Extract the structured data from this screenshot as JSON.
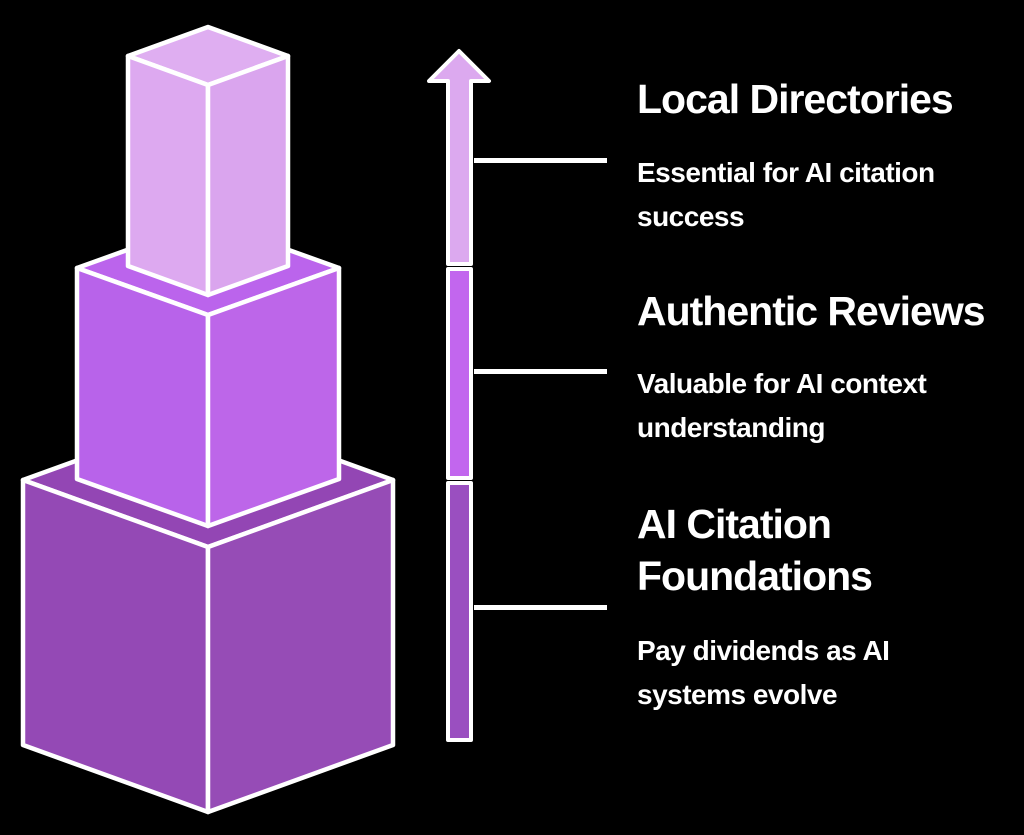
{
  "background_color": "#000000",
  "text_color": "#FFFFFF",
  "outline_color": "#FFFFFF",
  "tick_color": "#FFFFFF",
  "pyramid": {
    "levels": [
      {
        "id": "top-block",
        "fill_top": "#DFAEF1",
        "fill_left": "#DDA9F0",
        "fill_right": "#DAA5EE"
      },
      {
        "id": "middle-block",
        "fill_top": "#BB64EC",
        "fill_left": "#B863EA",
        "fill_right": "#BD66E9"
      },
      {
        "id": "bottom-block",
        "fill_top": "#9346B4",
        "fill_left": "#9449B5",
        "fill_right": "#964CB6"
      }
    ]
  },
  "arrow": {
    "direction": "up",
    "segments": [
      {
        "id": "segment-top",
        "color": "#DCA9EF"
      },
      {
        "id": "segment-middle",
        "color": "#C266EE"
      },
      {
        "id": "segment-bottom",
        "color": "#9A4FC0"
      }
    ]
  },
  "sections": [
    {
      "id": "local-directories",
      "title": "Local Directories",
      "description": "Essential for AI citation\nsuccess"
    },
    {
      "id": "authentic-reviews",
      "title": "Authentic Reviews",
      "description": "Valuable for AI context\nunderstanding"
    },
    {
      "id": "ai-citation-foundations",
      "title": "AI Citation\nFoundations",
      "description": "Pay dividends as AI\nsystems evolve"
    }
  ]
}
